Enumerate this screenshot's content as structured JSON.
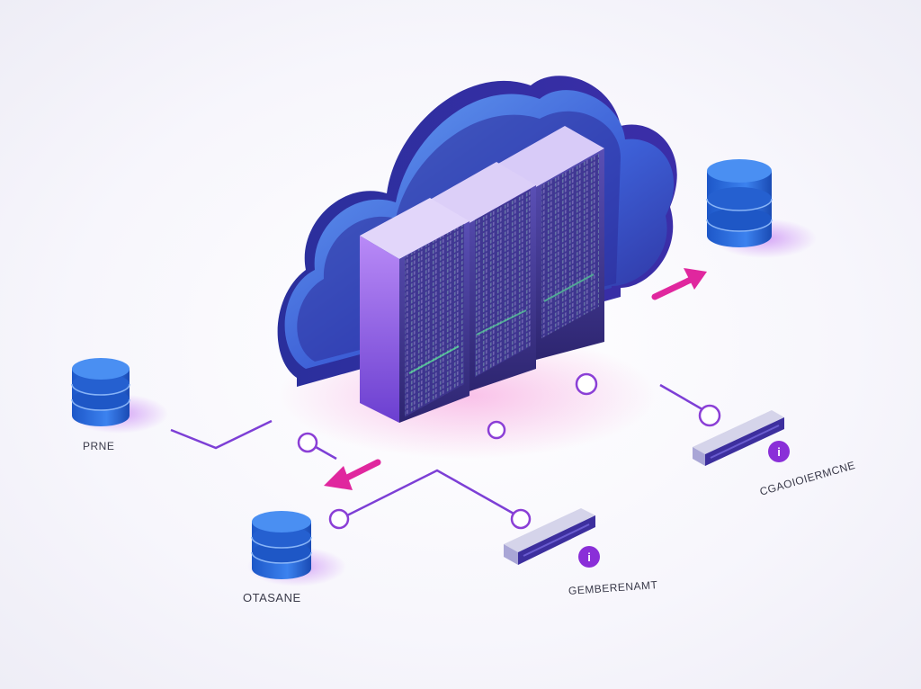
{
  "diagram": {
    "nodes": [
      {
        "id": "database-left",
        "label": "PRNE"
      },
      {
        "id": "database-bottom",
        "label": "OTASANE"
      },
      {
        "id": "database-right",
        "label": ""
      },
      {
        "id": "switch-bottom",
        "label": "GEMBERENAMT"
      },
      {
        "id": "switch-right",
        "label": "CGAOIOIERMCNE"
      },
      {
        "id": "cloud-server-cluster",
        "label": ""
      }
    ],
    "colors": {
      "cloud_light": "#5b8ff0",
      "cloud_dark": "#2a2f9c",
      "server_purple": "#a86ef0",
      "server_front": "#3d2f8e",
      "db_blue": "#2f6fe0",
      "connector": "#7d3fd6",
      "arrow": "#e0279e"
    },
    "icons": [
      "cloud-icon",
      "server-rack-icon",
      "database-icon",
      "network-switch-icon",
      "arrow-icon",
      "info-badge-icon"
    ]
  }
}
